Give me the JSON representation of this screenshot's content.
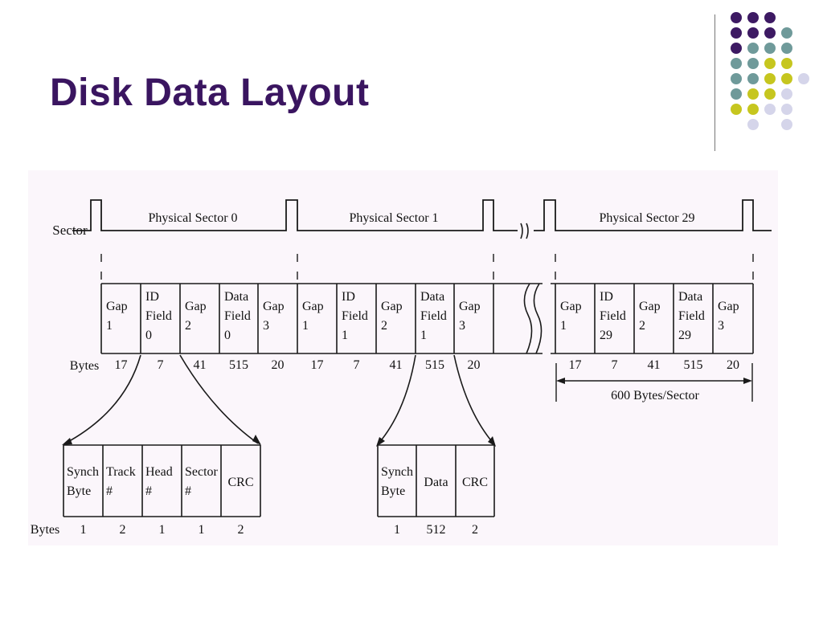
{
  "slide": {
    "title": "Disk Data Layout",
    "title_color": "#3a1560",
    "dot_colors": {
      "purple": "#3d1a63",
      "teal": "#6f9a9a",
      "yellow": "#c6c61f",
      "lavender": "#d5d5ea"
    }
  },
  "diagram": {
    "sector_label": "Sector",
    "bytes_label": "Bytes",
    "sector_names": [
      "Physical Sector 0",
      "Physical Sector 1",
      "Physical Sector 29"
    ],
    "fields": [
      [
        "Gap",
        "1"
      ],
      [
        "ID",
        "Field",
        "0"
      ],
      [
        "Gap",
        "2"
      ],
      [
        "Data",
        "Field",
        "0"
      ],
      [
        "Gap",
        "3"
      ],
      [
        "Gap",
        "1"
      ],
      [
        "ID",
        "Field",
        "1"
      ],
      [
        "Gap",
        "2"
      ],
      [
        "Data",
        "Field",
        "1"
      ],
      [
        "Gap",
        "3"
      ],
      [
        "Gap",
        "1"
      ],
      [
        "ID",
        "Field",
        "29"
      ],
      [
        "Gap",
        "2"
      ],
      [
        "Data",
        "Field",
        "29"
      ],
      [
        "Gap",
        "3"
      ]
    ],
    "field_bytes": [
      "17",
      "7",
      "41",
      "515",
      "20",
      "17",
      "7",
      "41",
      "515",
      "20",
      "17",
      "7",
      "41",
      "515",
      "20"
    ],
    "sector_size_label": "600 Bytes/Sector",
    "id_field_detail": {
      "fields": [
        [
          "Synch",
          "Byte"
        ],
        [
          "Track",
          "#"
        ],
        [
          "Head",
          "#"
        ],
        [
          "Sector",
          "#"
        ],
        [
          "CRC"
        ]
      ],
      "bytes": [
        "1",
        "2",
        "1",
        "1",
        "2"
      ]
    },
    "data_field_detail": {
      "fields": [
        [
          "Synch",
          "Byte"
        ],
        [
          "Data"
        ],
        [
          "CRC"
        ]
      ],
      "bytes": [
        "1",
        "512",
        "2"
      ]
    }
  }
}
